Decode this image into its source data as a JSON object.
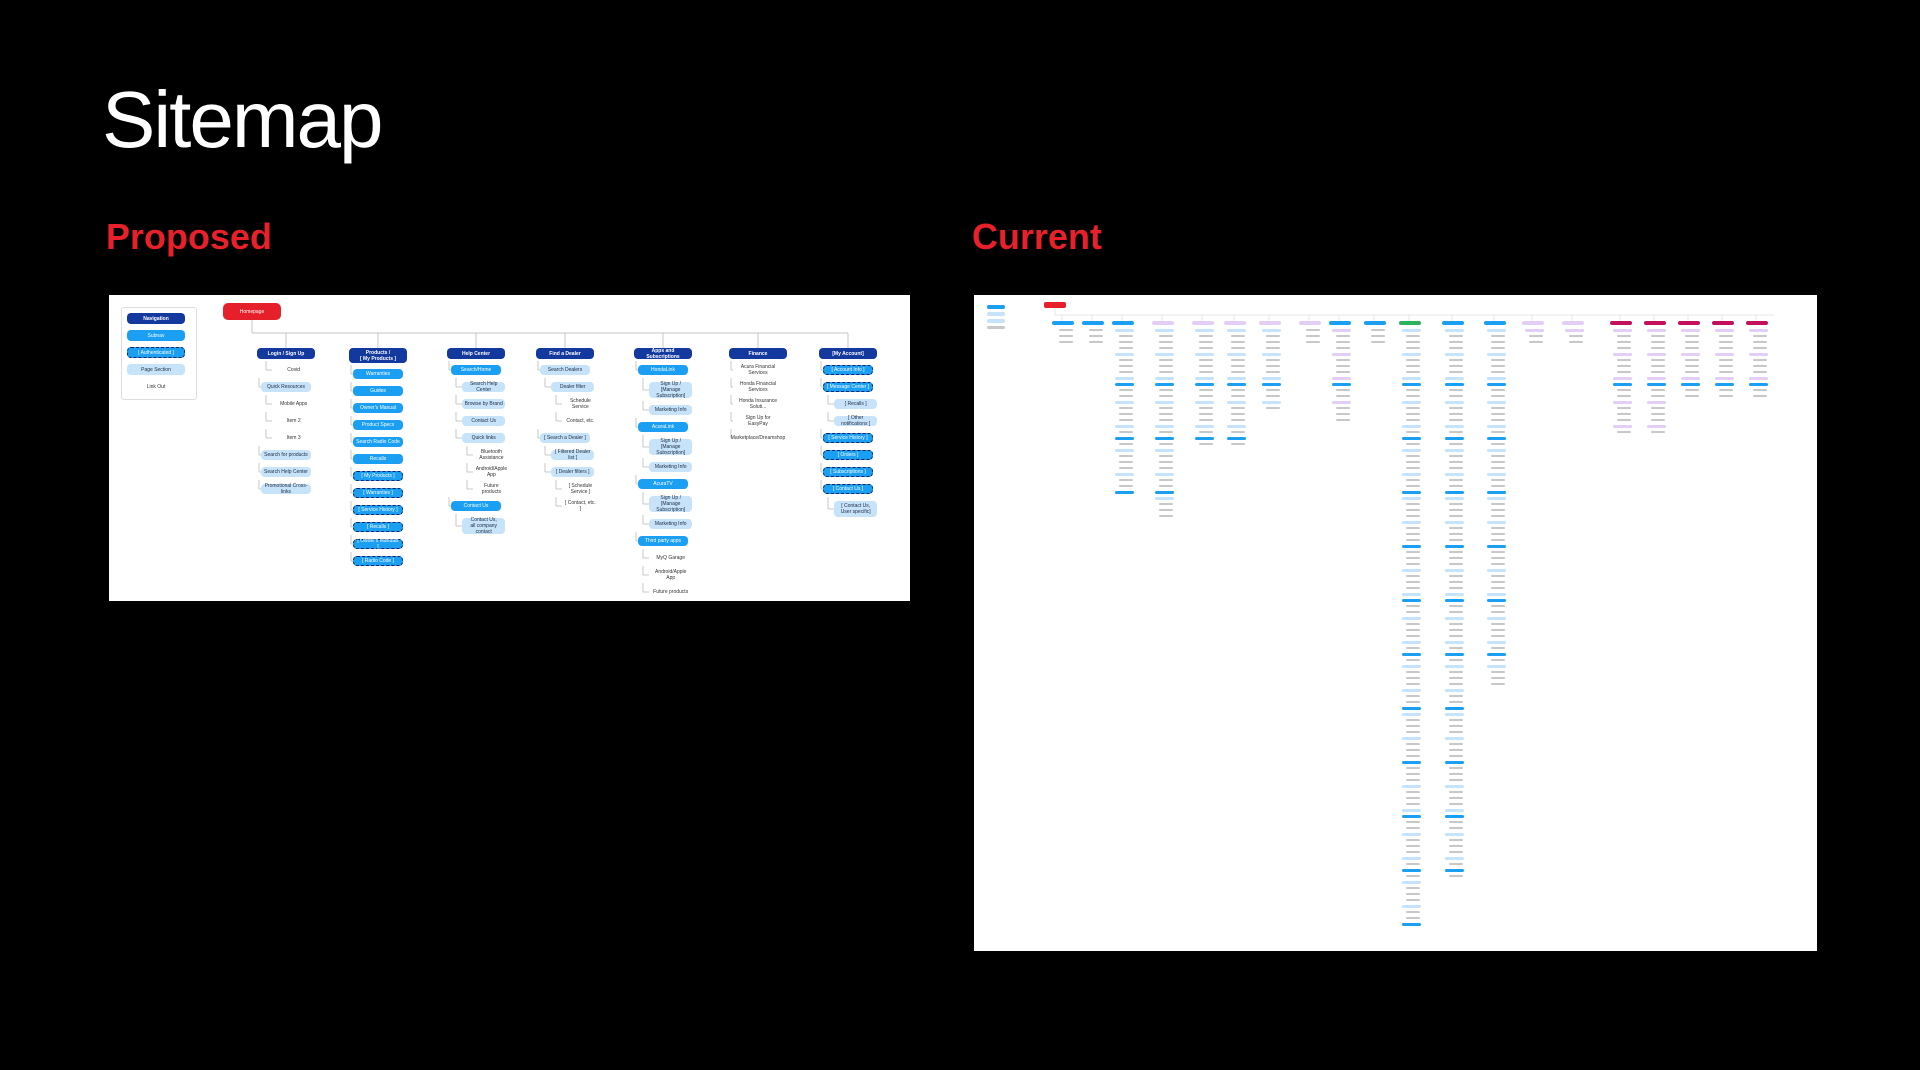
{
  "slide": {
    "title": "Sitemap",
    "proposed_label": "Proposed",
    "current_label": "Current"
  },
  "colors": {
    "accent_red": "#e8202a",
    "homepage": "#e5202b",
    "navigation": "#13389e",
    "subnav": "#1a9ff3",
    "page_section": "#c6e3fa",
    "background": "#000000"
  },
  "legend": [
    {
      "type": "nav",
      "label": "Navigation"
    },
    {
      "type": "sub",
      "label": "Subnav"
    },
    {
      "type": "auth",
      "label": "[ Authenticated ]"
    },
    {
      "type": "sec",
      "label": "Page Section"
    },
    {
      "type": "link",
      "label": "Link Out"
    }
  ],
  "homepage": "Homepage",
  "columns": [
    {
      "title": "Login / Sign Up",
      "items": [
        {
          "type": "link",
          "label": "Covid",
          "level": 1
        },
        {
          "type": "sec",
          "label": "Quick Resources",
          "level": 0
        },
        {
          "type": "link",
          "label": "Mobile Apps",
          "level": 1
        },
        {
          "type": "link",
          "label": "Item 2",
          "level": 1
        },
        {
          "type": "link",
          "label": "Item 3",
          "level": 1
        },
        {
          "type": "sec",
          "label": "Search for products",
          "level": 0
        },
        {
          "type": "sec",
          "label": "Search Help Center",
          "level": 0
        },
        {
          "type": "sec",
          "label": "Promotional Cross-links",
          "level": 0
        }
      ]
    },
    {
      "title": "Products /\n[ My Products ]",
      "items": [
        {
          "type": "sub",
          "label": "Warranties",
          "level": 0
        },
        {
          "type": "sub",
          "label": "Guides",
          "level": 0
        },
        {
          "type": "sub",
          "label": "Owner's Manual",
          "level": 0
        },
        {
          "type": "sub",
          "label": "Product Specs",
          "level": 0
        },
        {
          "type": "sub",
          "label": "Search Radio Code",
          "level": 0
        },
        {
          "type": "sub",
          "label": "Recalls",
          "level": 0
        },
        {
          "type": "auth",
          "label": "[ My Products ]",
          "level": 0
        },
        {
          "type": "auth",
          "label": "[ Warranties ]",
          "level": 0
        },
        {
          "type": "auth",
          "label": "[ Service History ]",
          "level": 0
        },
        {
          "type": "auth",
          "label": "[ Recalls ]",
          "level": 0
        },
        {
          "type": "auth",
          "label": "[ Owner's Manuals ]",
          "level": 0
        },
        {
          "type": "auth",
          "label": "[ Radio Code ]",
          "level": 0
        }
      ]
    },
    {
      "title": "Help Center",
      "items": [
        {
          "type": "sub",
          "label": "Search/Home",
          "level": 0
        },
        {
          "type": "sec",
          "label": "Search Help Center",
          "level": 1
        },
        {
          "type": "sec",
          "label": "Browse by Brand",
          "level": 1
        },
        {
          "type": "sec",
          "label": "Contact Us",
          "level": 1
        },
        {
          "type": "sec",
          "label": "Quick links",
          "level": 1
        },
        {
          "type": "link",
          "label": "Bluetooth Assistance",
          "level": 2
        },
        {
          "type": "link",
          "label": "Android/Apple App",
          "level": 2
        },
        {
          "type": "link",
          "label": "Future products",
          "level": 2
        },
        {
          "type": "sub",
          "label": "Contact Us",
          "level": 0
        },
        {
          "type": "sec",
          "label": "Contact Us,\nall company contact",
          "level": 1
        }
      ]
    },
    {
      "title": "Find a Dealer",
      "items": [
        {
          "type": "sec",
          "label": "Search Dealers",
          "level": 0
        },
        {
          "type": "sec",
          "label": "Dealer filter",
          "level": 1
        },
        {
          "type": "link",
          "label": "Schedule Service",
          "level": 2
        },
        {
          "type": "link",
          "label": "Contact, etc.",
          "level": 2
        },
        {
          "type": "sec",
          "label": "[ Search a Dealer ]",
          "level": 0
        },
        {
          "type": "sec",
          "label": "[ Filtered Dealer list ]",
          "level": 1
        },
        {
          "type": "sec",
          "label": "[ Dealer filters ]",
          "level": 1
        },
        {
          "type": "link",
          "label": "[ Schedule Service ]",
          "level": 2
        },
        {
          "type": "link",
          "label": "[ Contact, etc. ]",
          "level": 2
        }
      ]
    },
    {
      "title": "Apps and Subscriptions",
      "items": [
        {
          "type": "sub",
          "label": "HondaLink",
          "level": 0
        },
        {
          "type": "sec",
          "label": "Sign Up /\n[Manage Subscription]",
          "level": 1
        },
        {
          "type": "sec",
          "label": "Marketing Info",
          "level": 1
        },
        {
          "type": "sub",
          "label": "AcuraLink",
          "level": 0
        },
        {
          "type": "sec",
          "label": "Sign Up /\n[Manage Subscription]",
          "level": 1
        },
        {
          "type": "sec",
          "label": "Marketing Info",
          "level": 1
        },
        {
          "type": "sub",
          "label": "AcuraTV",
          "level": 0
        },
        {
          "type": "sec",
          "label": "Sign Up /\n[Manage Subscription]",
          "level": 1
        },
        {
          "type": "sec",
          "label": "Marketing Info",
          "level": 1
        },
        {
          "type": "sub",
          "label": "Third party apps",
          "level": 0
        },
        {
          "type": "link",
          "label": "MyQ Garage",
          "level": 1
        },
        {
          "type": "link",
          "label": "Android/Apple App",
          "level": 1
        },
        {
          "type": "link",
          "label": "Future products",
          "level": 1
        }
      ]
    },
    {
      "title": "Finance",
      "items": [
        {
          "type": "link",
          "label": "Acura Financial Services",
          "level": 0
        },
        {
          "type": "link",
          "label": "Honda Financial Services",
          "level": 0
        },
        {
          "type": "link",
          "label": "Honda Insurance Soluti...",
          "level": 0
        },
        {
          "type": "link",
          "label": "Sign Up for EasyPay",
          "level": 0
        },
        {
          "type": "link",
          "label": "Marketplace/Dreamshop",
          "level": 0
        }
      ]
    },
    {
      "title": "[My Account]",
      "items": [
        {
          "type": "auth",
          "label": "[ Account Info ]",
          "level": 0
        },
        {
          "type": "auth",
          "label": "[ Message Center ]",
          "level": 0
        },
        {
          "type": "sec",
          "label": "[ Recalls ]",
          "level": 1
        },
        {
          "type": "sec",
          "label": "[ Other notifications ]",
          "level": 1
        },
        {
          "type": "auth",
          "label": "[ Service History ]",
          "level": 0
        },
        {
          "type": "auth",
          "label": "[ Orders ]",
          "level": 0
        },
        {
          "type": "auth",
          "label": "[ Subscriptions ]",
          "level": 0
        },
        {
          "type": "auth",
          "label": "[ Contact Us ]",
          "level": 0
        },
        {
          "type": "sec",
          "label": "[ Contact Us,\nUser specific]",
          "level": 1
        }
      ]
    }
  ]
}
